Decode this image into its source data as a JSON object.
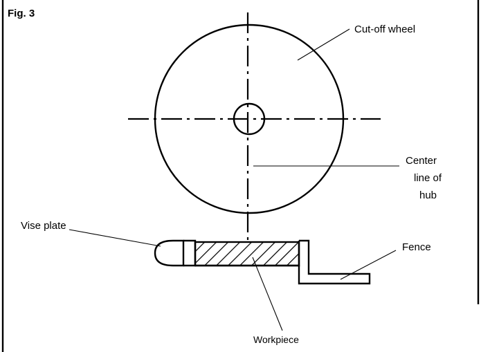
{
  "figure": {
    "title": "Fig. 3",
    "labels": {
      "cutoff_wheel": "Cut-off wheel",
      "center_line_1": "Center",
      "center_line_2": "line of",
      "center_line_3": "hub",
      "vise_plate": "Vise plate",
      "fence": "Fence",
      "workpiece": "Workpiece"
    }
  }
}
